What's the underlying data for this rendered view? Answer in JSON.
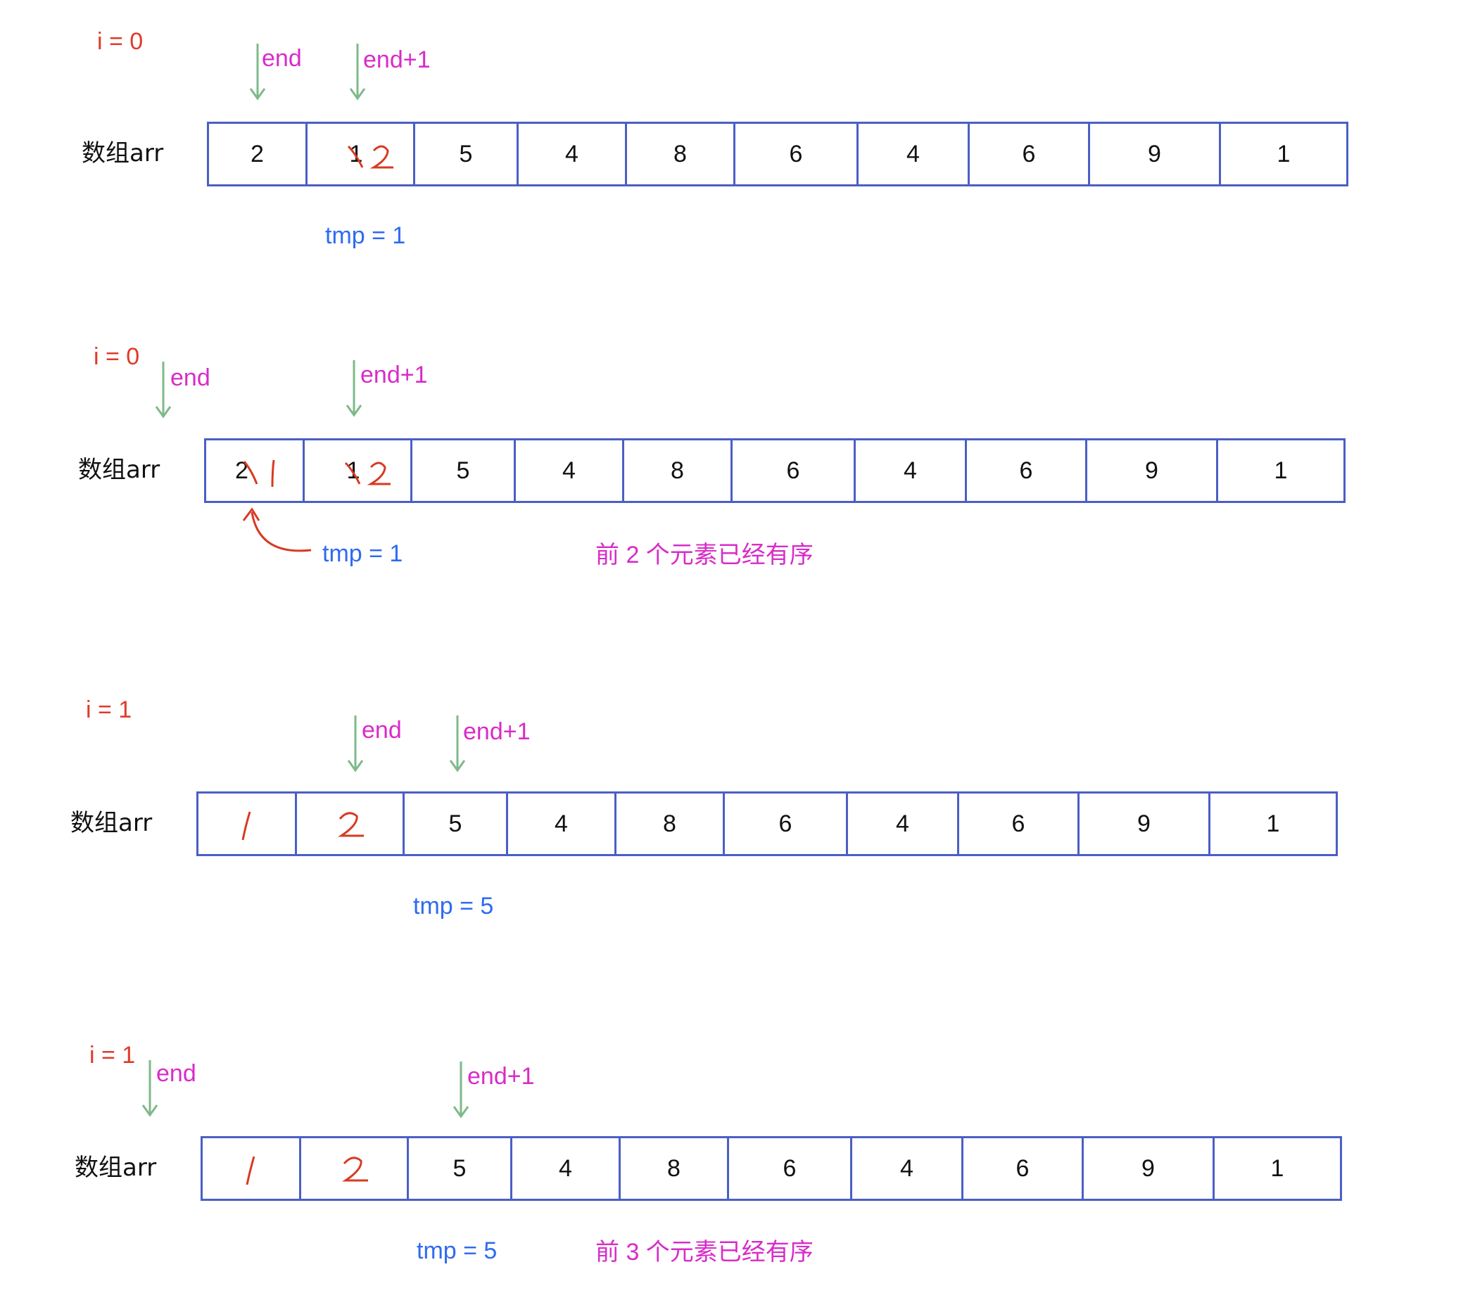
{
  "array_label": "数组arr",
  "panels": [
    {
      "i_label": "i = 0",
      "end_label": "end",
      "end1_label": "end+1",
      "tmp_label": "tmp = 1",
      "sorted_label": "",
      "cells": [
        "2",
        "1",
        "5",
        "4",
        "8",
        "6",
        "4",
        "6",
        "9",
        "1"
      ]
    },
    {
      "i_label": "i = 0",
      "end_label": "end",
      "end1_label": "end+1",
      "tmp_label": "tmp = 1",
      "sorted_label": "前 2 个元素已经有序",
      "cells": [
        "2",
        "1",
        "5",
        "4",
        "8",
        "6",
        "4",
        "6",
        "9",
        "1"
      ]
    },
    {
      "i_label": "i = 1",
      "end_label": "end",
      "end1_label": "end+1",
      "tmp_label": "tmp = 5",
      "sorted_label": "",
      "cells": [
        "",
        "",
        "5",
        "4",
        "8",
        "6",
        "4",
        "6",
        "9",
        "1"
      ]
    },
    {
      "i_label": "i = 1",
      "end_label": "end",
      "end1_label": "end+1",
      "tmp_label": "tmp = 5",
      "sorted_label": "前 3 个元素已经有序",
      "cells": [
        "",
        "",
        "5",
        "4",
        "8",
        "6",
        "4",
        "6",
        "9",
        "1"
      ]
    }
  ],
  "colors": {
    "index_red": "#e03a2a",
    "pointer_magenta": "#d82cc8",
    "tmp_blue": "#2f6bf0",
    "cell_border": "#4a5fc4",
    "arrow_green": "#7fb98a",
    "handwriting_red": "#d83a22"
  }
}
